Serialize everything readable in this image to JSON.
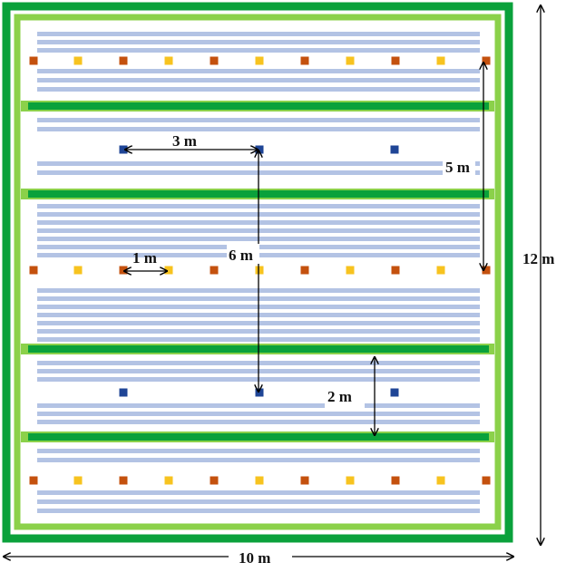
{
  "colors": {
    "dark_green": "#0aa13b",
    "light_green": "#8bd14a",
    "row_blue": "#b3c3e4",
    "sensor_orange": "#c4510e",
    "sensor_yellow": "#f7c31f",
    "sensor_blue": "#1f4596",
    "arrow": "#000000"
  },
  "labels": {
    "width_total": "10 m",
    "height_total": "12 m",
    "spacing_3m": "3 m",
    "spacing_6m": "6 m",
    "spacing_1m": "1 m",
    "spacing_5m": "5 m",
    "spacing_2m": "2 m"
  }
}
